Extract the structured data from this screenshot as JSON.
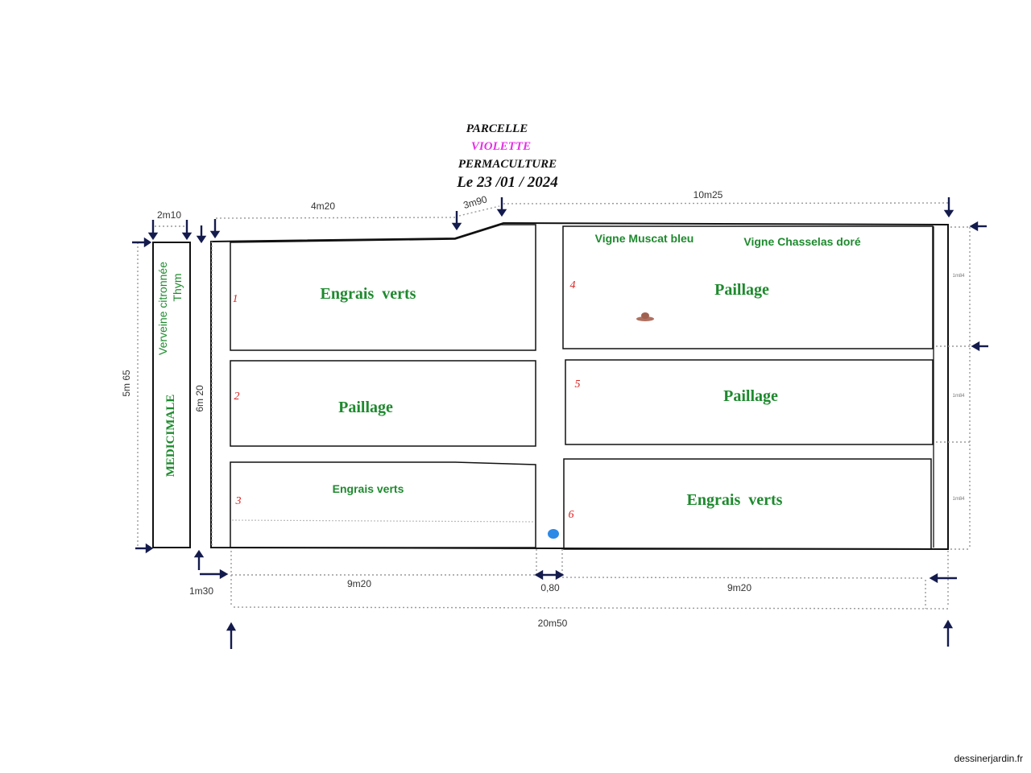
{
  "title": {
    "line1": "PARCELLE",
    "line2": "VIOLETTE",
    "line3": "PERMACULTURE",
    "date": "Le 23 /01 / 2024"
  },
  "colors": {
    "title_accent": "#e632e6",
    "plant_text": "#1e8a2e",
    "bed_number": "#e02020",
    "arrow": "#141b4d",
    "outline": "#111111",
    "dim_line": "#9a9a9a",
    "water_dot": "#2a8ae6",
    "object": "#b07060"
  },
  "strip": {
    "top_label": "Verveine citronnée",
    "bottom_label": "Thym",
    "name": "MEDICIMALE"
  },
  "beds": [
    {
      "number": "1",
      "label": "Engrais  verts"
    },
    {
      "number": "2",
      "label": "Paillage"
    },
    {
      "number": "3",
      "label": "Engrais verts"
    },
    {
      "number": "4",
      "label": "Paillage"
    },
    {
      "number": "5",
      "label": "Paillage"
    },
    {
      "number": "6",
      "label": "Engrais  verts"
    }
  ],
  "vines": {
    "left": "Vigne Muscat bleu",
    "right": "Vigne Chasselas doré"
  },
  "dimensions": {
    "strip_width": "2m10",
    "top_left": "4m20",
    "top_slope": "3m90",
    "top_right": "10m25",
    "strip_height": "5m 65",
    "plot_height": "6m 20",
    "gap_left": "1m30",
    "bottom_left": "9m20",
    "path": "0,80",
    "bottom_right": "9m20",
    "total_width": "20m50",
    "right_1": "1m84",
    "right_2": "1m84",
    "right_3": "1m84"
  },
  "watermark": "dessinerjardin.fr"
}
